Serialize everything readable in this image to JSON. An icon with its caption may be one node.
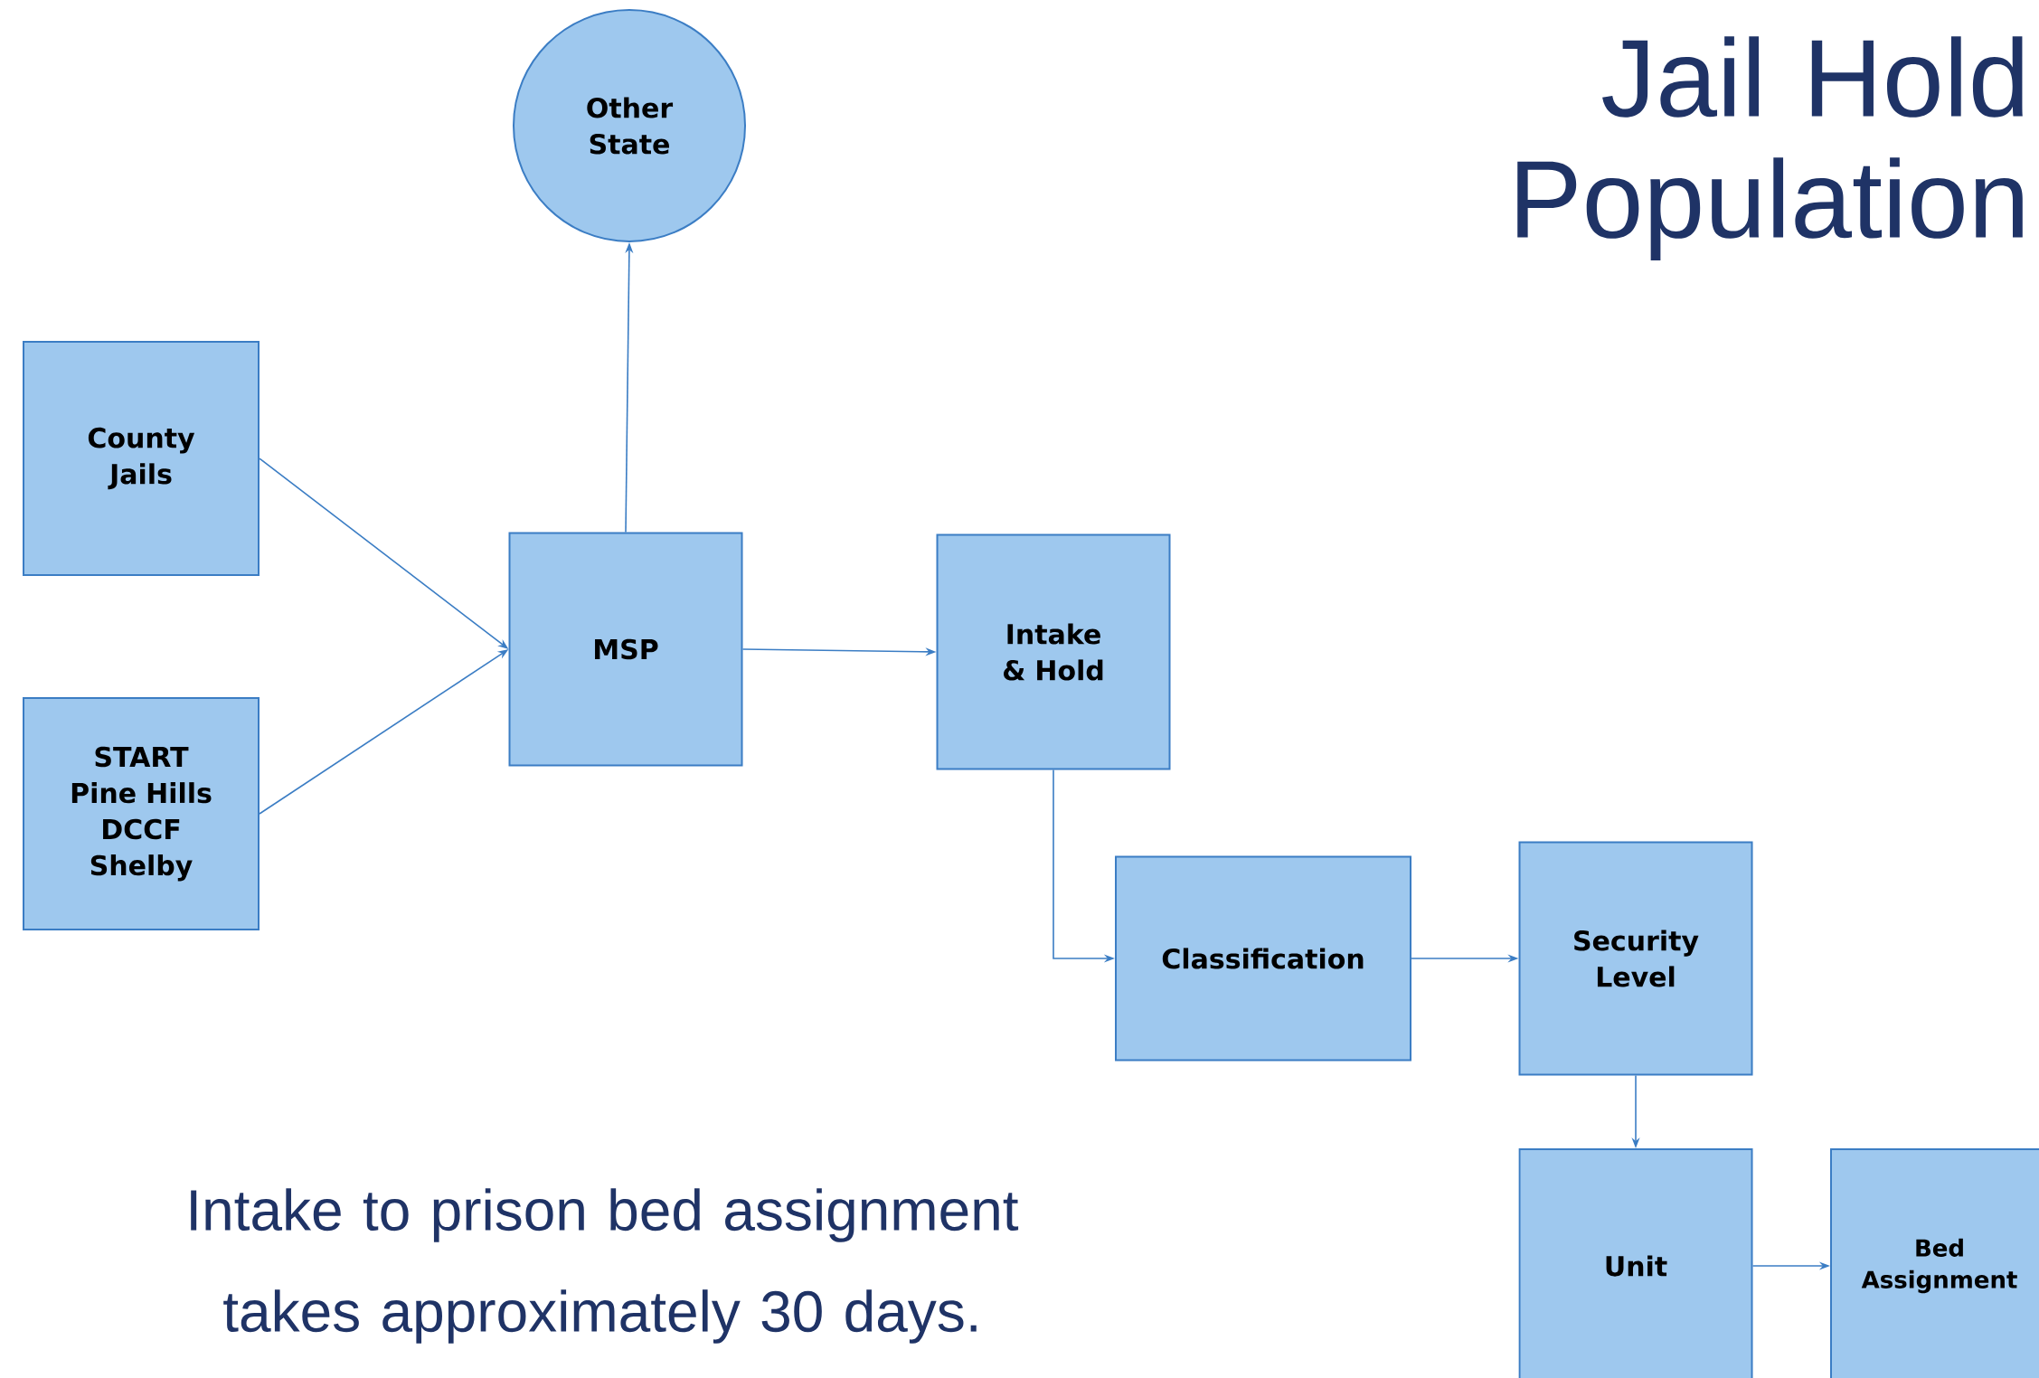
{
  "diagram": {
    "title": "Jail Hold Population",
    "caption": "Intake to prison bed assignment takes approximately 30 days.",
    "nodes": [
      {
        "text": [
          "Other State"
        ]
      },
      {
        "text": [
          "County Jails"
        ]
      },
      {
        "text": [
          "START",
          "Pine Hills",
          "DCCF",
          "Shelby"
        ]
      },
      {
        "text": [
          "MSP"
        ]
      },
      {
        "text": [
          "Intake & Hold"
        ]
      },
      {
        "text": [
          "Classification"
        ]
      },
      {
        "text": [
          "Security Level"
        ]
      },
      {
        "text": [
          "Unit"
        ]
      },
      {
        "text": [
          "Bed Assignment"
        ]
      }
    ],
    "edges": [
      {
        "from": 1,
        "to": 3,
        "arrow": "to"
      },
      {
        "from": 2,
        "to": 3,
        "arrow": "to"
      },
      {
        "from": 3,
        "to": 0,
        "arrow": "to"
      },
      {
        "from": 3,
        "to": 4,
        "arrow": "to"
      },
      {
        "from": 4,
        "to": 5,
        "arrow": "to"
      },
      {
        "from": 5,
        "to": 6,
        "arrow": "to"
      },
      {
        "from": 6,
        "to": 7,
        "arrow": "to"
      },
      {
        "from": 7,
        "to": 8,
        "arrow": "to"
      }
    ]
  }
}
